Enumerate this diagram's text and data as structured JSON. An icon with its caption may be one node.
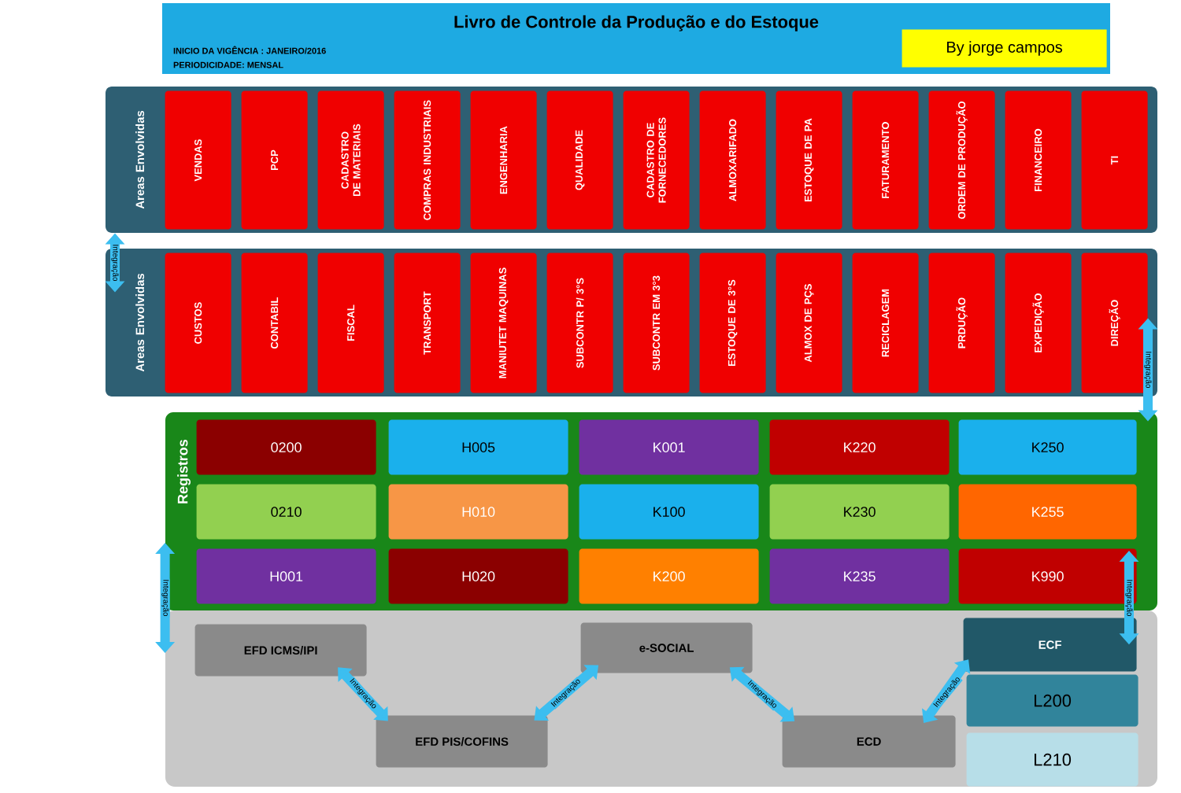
{
  "diagram": {
    "nodes": [
      {
        "text": [
          "Livro de Controle da Produção e do Estoque",
          "INICIO DA VIGÊNCIA : JANEIRO/2016",
          "PERIODICIDADE: MENSAL"
        ]
      },
      {
        "text": [
          "By jorge campos"
        ],
        "in": 0
      },
      {
        "text": [
          "Areas Envolvidas"
        ]
      },
      {
        "text": [
          "VENDAS"
        ],
        "in": 2
      },
      {
        "text": [
          "PCP"
        ],
        "in": 2
      },
      {
        "text": [
          "CADASTRO DE MATERIAIS"
        ],
        "in": 2
      },
      {
        "text": [
          "COMPRAS INDUSTRIAIS"
        ],
        "in": 2
      },
      {
        "text": [
          "ENGENHARIA"
        ],
        "in": 2
      },
      {
        "text": [
          "QUALIDADE"
        ],
        "in": 2
      },
      {
        "text": [
          "CADASTRO DE FORNECEDORES"
        ],
        "in": 2
      },
      {
        "text": [
          "ALMOXARIFADO"
        ],
        "in": 2
      },
      {
        "text": [
          "ESTOQUE DE PA"
        ],
        "in": 2
      },
      {
        "text": [
          "FATURAMENTO"
        ],
        "in": 2
      },
      {
        "text": [
          "ORDEM DE PRODUÇÃO"
        ],
        "in": 2
      },
      {
        "text": [
          "FINANCEIRO"
        ],
        "in": 2
      },
      {
        "text": [
          "TI"
        ],
        "in": 2
      },
      {
        "text": [
          "Areas Envolvidas"
        ]
      },
      {
        "text": [
          "CUSTOS"
        ],
        "in": 16
      },
      {
        "text": [
          "CONTABIL"
        ],
        "in": 16
      },
      {
        "text": [
          "FISCAL"
        ],
        "in": 16
      },
      {
        "text": [
          "TRANSPORT"
        ],
        "in": 16
      },
      {
        "text": [
          "MANIUTET MAQUINAS"
        ],
        "in": 16
      },
      {
        "text": [
          "SUBCONTR P/ 3°S"
        ],
        "in": 16
      },
      {
        "text": [
          "SUBCONTR EM 3°3"
        ],
        "in": 16
      },
      {
        "text": [
          "ESTOQUE DE 3°S"
        ],
        "in": 16
      },
      {
        "text": [
          "ALMOX DE PÇS"
        ],
        "in": 16
      },
      {
        "text": [
          "RECICLAGEM"
        ],
        "in": 16
      },
      {
        "text": [
          "PRDUÇÃO"
        ],
        "in": 16
      },
      {
        "text": [
          "EXPEDIÇÃO"
        ],
        "in": 16
      },
      {
        "text": [
          "DIREÇÃO"
        ],
        "in": 16
      },
      {
        "text": [
          "Registros"
        ]
      },
      {
        "text": [
          "0200"
        ],
        "in": 30
      },
      {
        "text": [
          "H005"
        ],
        "in": 30
      },
      {
        "text": [
          "K001"
        ],
        "in": 30
      },
      {
        "text": [
          "K220"
        ],
        "in": 30
      },
      {
        "text": [
          "K250"
        ],
        "in": 30
      },
      {
        "text": [
          "0210"
        ],
        "in": 30
      },
      {
        "text": [
          "H010"
        ],
        "in": 30
      },
      {
        "text": [
          "K100"
        ],
        "in": 30
      },
      {
        "text": [
          "K230"
        ],
        "in": 30
      },
      {
        "text": [
          "K255"
        ],
        "in": 30
      },
      {
        "text": [
          "H001"
        ],
        "in": 30
      },
      {
        "text": [
          "H020"
        ],
        "in": 30
      },
      {
        "text": [
          "K200"
        ],
        "in": 30
      },
      {
        "text": [
          "K235"
        ],
        "in": 30
      },
      {
        "text": [
          "K990"
        ],
        "in": 30
      },
      {
        "text": [],
        "shape": "box"
      },
      {
        "text": [
          "EFD ICMS/IPI"
        ],
        "in": 46
      },
      {
        "text": [
          "e-SOCIAL"
        ],
        "in": 46
      },
      {
        "text": [
          "ECF"
        ],
        "in": 46
      },
      {
        "text": [
          "L200"
        ],
        "in": 46
      },
      {
        "text": [
          "EFD PIS/COFINS"
        ],
        "in": 46
      },
      {
        "text": [
          "ECD"
        ],
        "in": 46
      },
      {
        "text": [
          "L210"
        ],
        "in": 46
      }
    ],
    "edges": [
      {
        "from": 2,
        "to": 16,
        "arrow": "both",
        "label": "Integração"
      },
      {
        "from": 16,
        "to": 30,
        "arrow": "both",
        "label": "Integração"
      },
      {
        "from": 30,
        "to": 46,
        "arrow": "both",
        "label": "Integração"
      },
      {
        "from": 45,
        "to": 49,
        "arrow": "both",
        "label": "Integração"
      },
      {
        "from": 47,
        "to": 51,
        "arrow": "both",
        "label": "Integração"
      },
      {
        "from": 51,
        "to": 48,
        "arrow": "both",
        "label": "Integração"
      },
      {
        "from": 48,
        "to": 52,
        "arrow": "both",
        "label": "Integração"
      },
      {
        "from": 52,
        "to": 49,
        "arrow": "both",
        "label": "Integração"
      }
    ]
  }
}
